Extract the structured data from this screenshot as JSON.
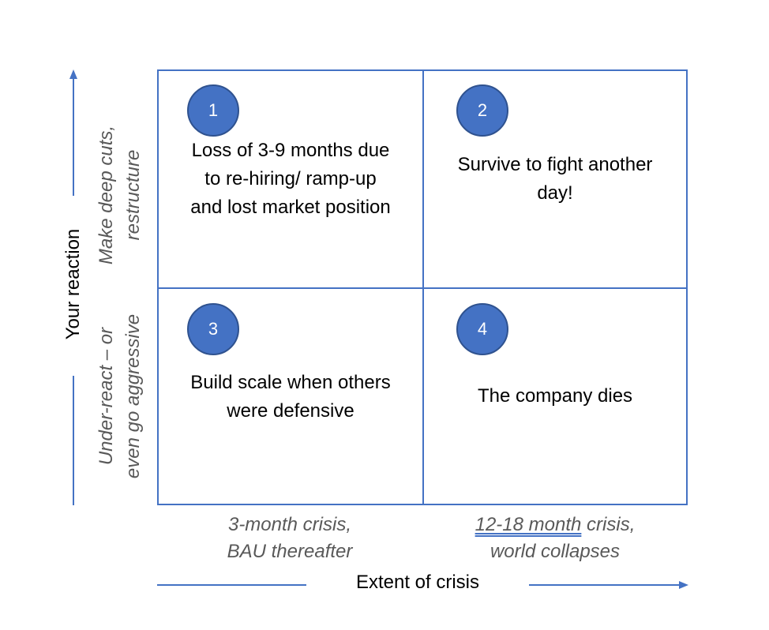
{
  "quadrants": [
    {
      "number": "1",
      "text_lines": [
        "Loss of 3-9 months due",
        "to re-hiring/ ramp-up",
        "and lost market position"
      ]
    },
    {
      "number": "2",
      "text_lines": [
        "Survive to fight another",
        "day!"
      ]
    },
    {
      "number": "3",
      "text_lines": [
        "Build scale when others",
        "were defensive"
      ]
    },
    {
      "number": "4",
      "text_lines": [
        "The company dies"
      ]
    }
  ],
  "x_axis": {
    "title": "Extent of crisis",
    "left_lines": [
      "3-month crisis,",
      "BAU thereafter"
    ],
    "right_underlined": "12-18 month",
    "right_line1_rest": " crisis,",
    "right_line2": "world collapses"
  },
  "y_axis": {
    "title": "Your reaction",
    "top_lines": [
      "Make deep cuts,",
      "restructure"
    ],
    "bottom_lines": [
      "Under-react – or",
      "even go aggressive"
    ]
  },
  "colors": {
    "accent": "#4472C4",
    "accent_border": "#2F528F",
    "muted_text": "#595959"
  }
}
